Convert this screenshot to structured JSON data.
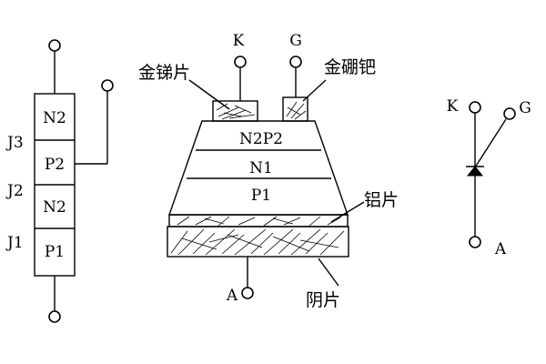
{
  "left_structure": {
    "layers": [
      "N2",
      "P2",
      "N2",
      "P1"
    ],
    "junctions": [
      "J3",
      "J2",
      "J1"
    ]
  },
  "center_structure": {
    "terminal_k": "K",
    "terminal_g": "G",
    "terminal_a": "A",
    "layers": [
      "N2P2",
      "N1",
      "P1"
    ],
    "callouts": {
      "gold_antimony": "金锑片",
      "gold_boron_palladium": "金硼钯",
      "aluminum": "铝片",
      "cathode_plate": "阴片"
    }
  },
  "symbol": {
    "k": "K",
    "g": "G",
    "a": "A"
  }
}
